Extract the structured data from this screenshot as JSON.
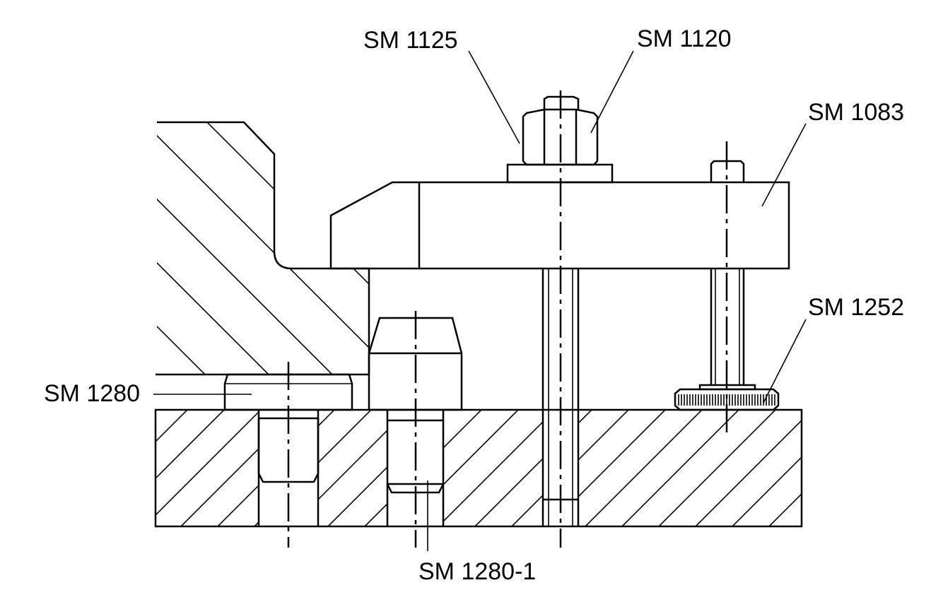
{
  "labels": {
    "sm1125": "SM 1125",
    "sm1120": "SM 1120",
    "sm1083": "SM 1083",
    "sm1252": "SM 1252",
    "sm1280": "SM 1280",
    "sm1280_1": "SM 1280-1"
  }
}
